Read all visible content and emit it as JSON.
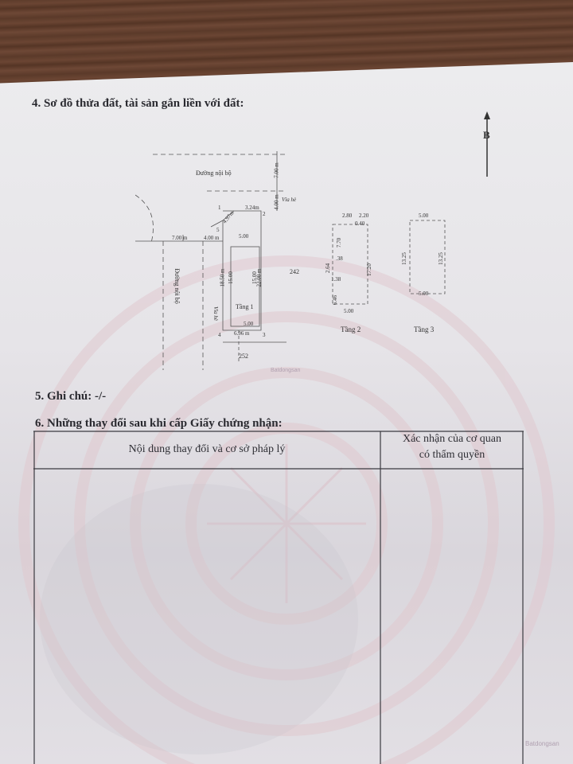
{
  "section4": {
    "title": "4. Sơ đồ thửa đất, tài sản gắn liền với đất:"
  },
  "section5": {
    "title": "5. Ghi chú: -/-"
  },
  "section6": {
    "title": "6. Những thay đổi sau khi cấp Giấy chứng nhận:"
  },
  "table": {
    "col1_header": "Nội dung thay đổi và cơ sở pháp lý",
    "col2_header_line1": "Xác nhận của cơ quan",
    "col2_header_line2": "có thẩm quyền"
  },
  "compass": {
    "north_label": "B"
  },
  "plot": {
    "road_top": "Đường nội bộ",
    "road_left": "Đường nội bộ",
    "sidewalk_top": "Vỉa hè",
    "sidewalk_left": "Vỉa hè",
    "dim_7m_top": "7.00 m",
    "dim_4m_top": "4.00 m",
    "dim_324": "3.24m",
    "dim_497": "4.97m",
    "dim_7m_left": "7.00 m",
    "dim_4m_left": "4.00 m",
    "dim_500_top": "5.00",
    "dim_1850": "18.50 m",
    "dim_1500_a": "15.00",
    "dim_1500_b": "15.00",
    "dim_2200": "22.00 m",
    "dim_500_bottom": "5.00",
    "dim_696": "6.96 m",
    "neighbor_right": "242",
    "neighbor_bottom": "252",
    "floor1": "Tầng 1",
    "pt1": "1",
    "pt2": "2",
    "pt3": "3",
    "pt4": "4",
    "pt5": "5"
  },
  "floor2": {
    "label": "Tầng 2",
    "d280": "2.80",
    "d220": "2.20",
    "d040": "0.40",
    "d770": "7.70",
    "d264": "2.64",
    "d38": ".38",
    "d138": "1.38",
    "d646": "6.46",
    "d1720": "17.20",
    "d500": "5.00"
  },
  "floor3": {
    "label": "Tầng 3",
    "d500_top": "5.00",
    "d1325_a": "13.25",
    "d1325_b": "13.25",
    "d500_bottom": "5.00"
  },
  "logos": {
    "watermark_mid": "Batdongsan",
    "watermark_corner": "Batdongsan"
  }
}
